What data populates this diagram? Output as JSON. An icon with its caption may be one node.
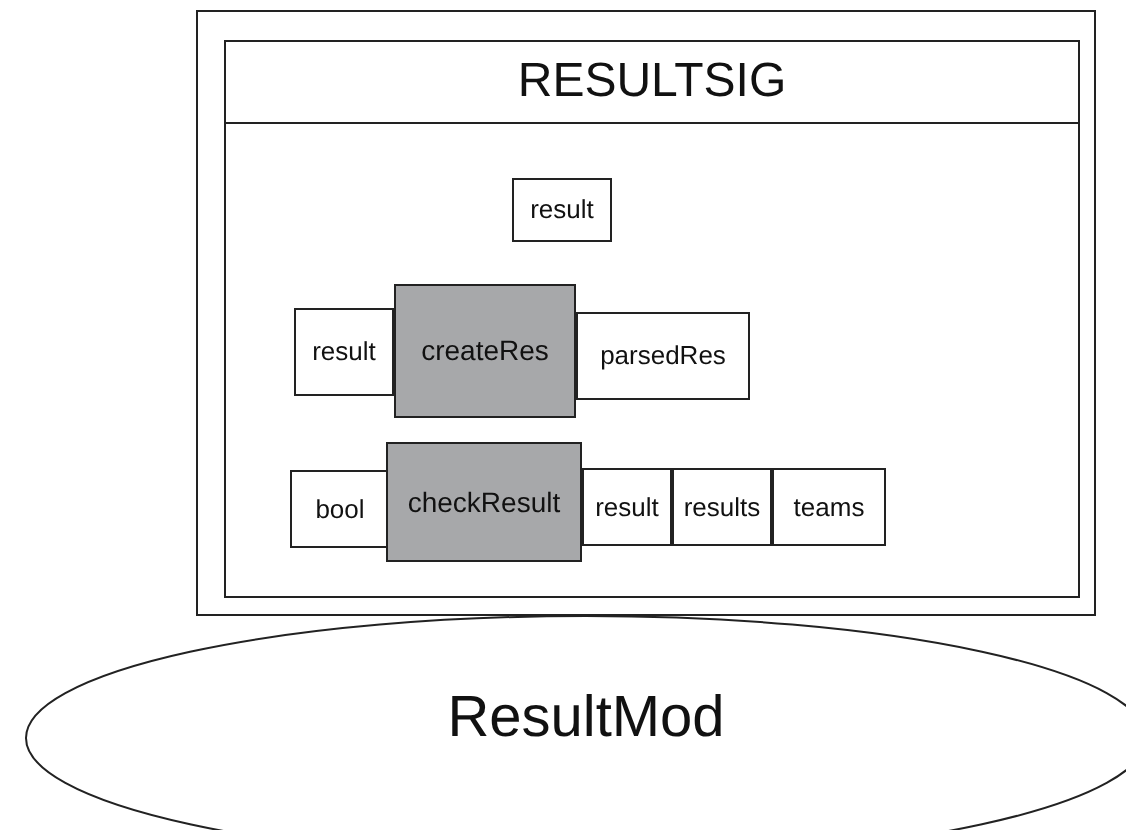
{
  "diagram": {
    "nodes": [
      {
        "text": [],
        "shape": "box"
      },
      {
        "text": [
          "RESULTSIG"
        ],
        "in": 0
      },
      {
        "text": [
          "result"
        ],
        "in": 1
      },
      {
        "text": [
          "result"
        ],
        "in": 1
      },
      {
        "text": [
          "createRes"
        ],
        "in": 1
      },
      {
        "text": [
          "parsedRes"
        ],
        "in": 1
      },
      {
        "text": [
          "bool"
        ],
        "in": 1
      },
      {
        "text": [
          "checkResult"
        ],
        "in": 1
      },
      {
        "text": [
          "result"
        ],
        "in": 1
      },
      {
        "text": [
          "results"
        ],
        "in": 1
      },
      {
        "text": [
          "teams"
        ],
        "in": 1
      },
      {
        "text": [
          "ResultMod"
        ]
      }
    ]
  }
}
